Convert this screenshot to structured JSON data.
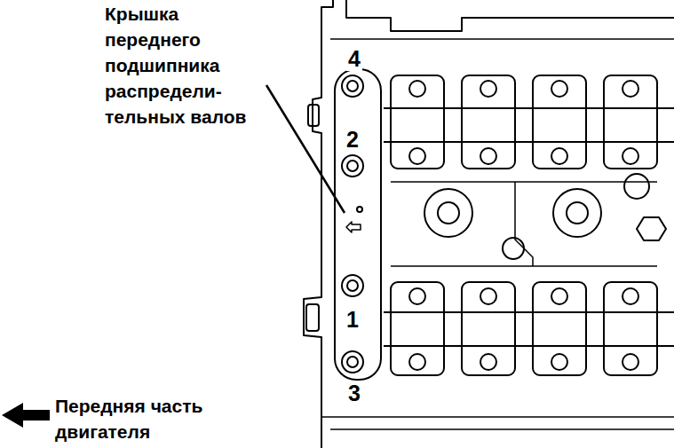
{
  "diagram": {
    "labels": [
      "Крышка переднего подшипника распредели- тельных валов",
      "4",
      "2",
      "1",
      "3",
      "Передняя часть двигателя"
    ]
  }
}
